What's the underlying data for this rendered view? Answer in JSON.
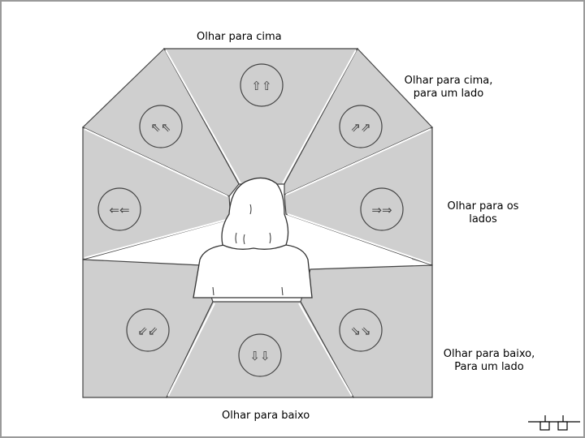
{
  "labels": {
    "top": "Olhar para cima",
    "up_side_line1": "Olhar para cima,",
    "up_side_line2": "para um lado",
    "sides_line1": "Olhar para os",
    "sides_line2": "lados",
    "down_side_line1": "Olhar para baixo,",
    "down_side_line2": "Para um lado",
    "bottom": "Olhar para baixo"
  },
  "arrows": {
    "up": "⇧⇧",
    "up_left": "⇖⇖",
    "up_right": "⇗⇗",
    "left": "⇐⇐",
    "right": "⇒⇒",
    "down_left": "⇙⇙",
    "down_right": "⇘⇘",
    "down": "⇩⇩"
  },
  "colors": {
    "panel_fill": "#cfcfcf",
    "panel_shadow": "#a9a9a9",
    "outline": "#444444",
    "figure_fill": "#ffffff",
    "frame_border": "#9a9a9a"
  },
  "icons": [
    "nav-controls-icon"
  ]
}
